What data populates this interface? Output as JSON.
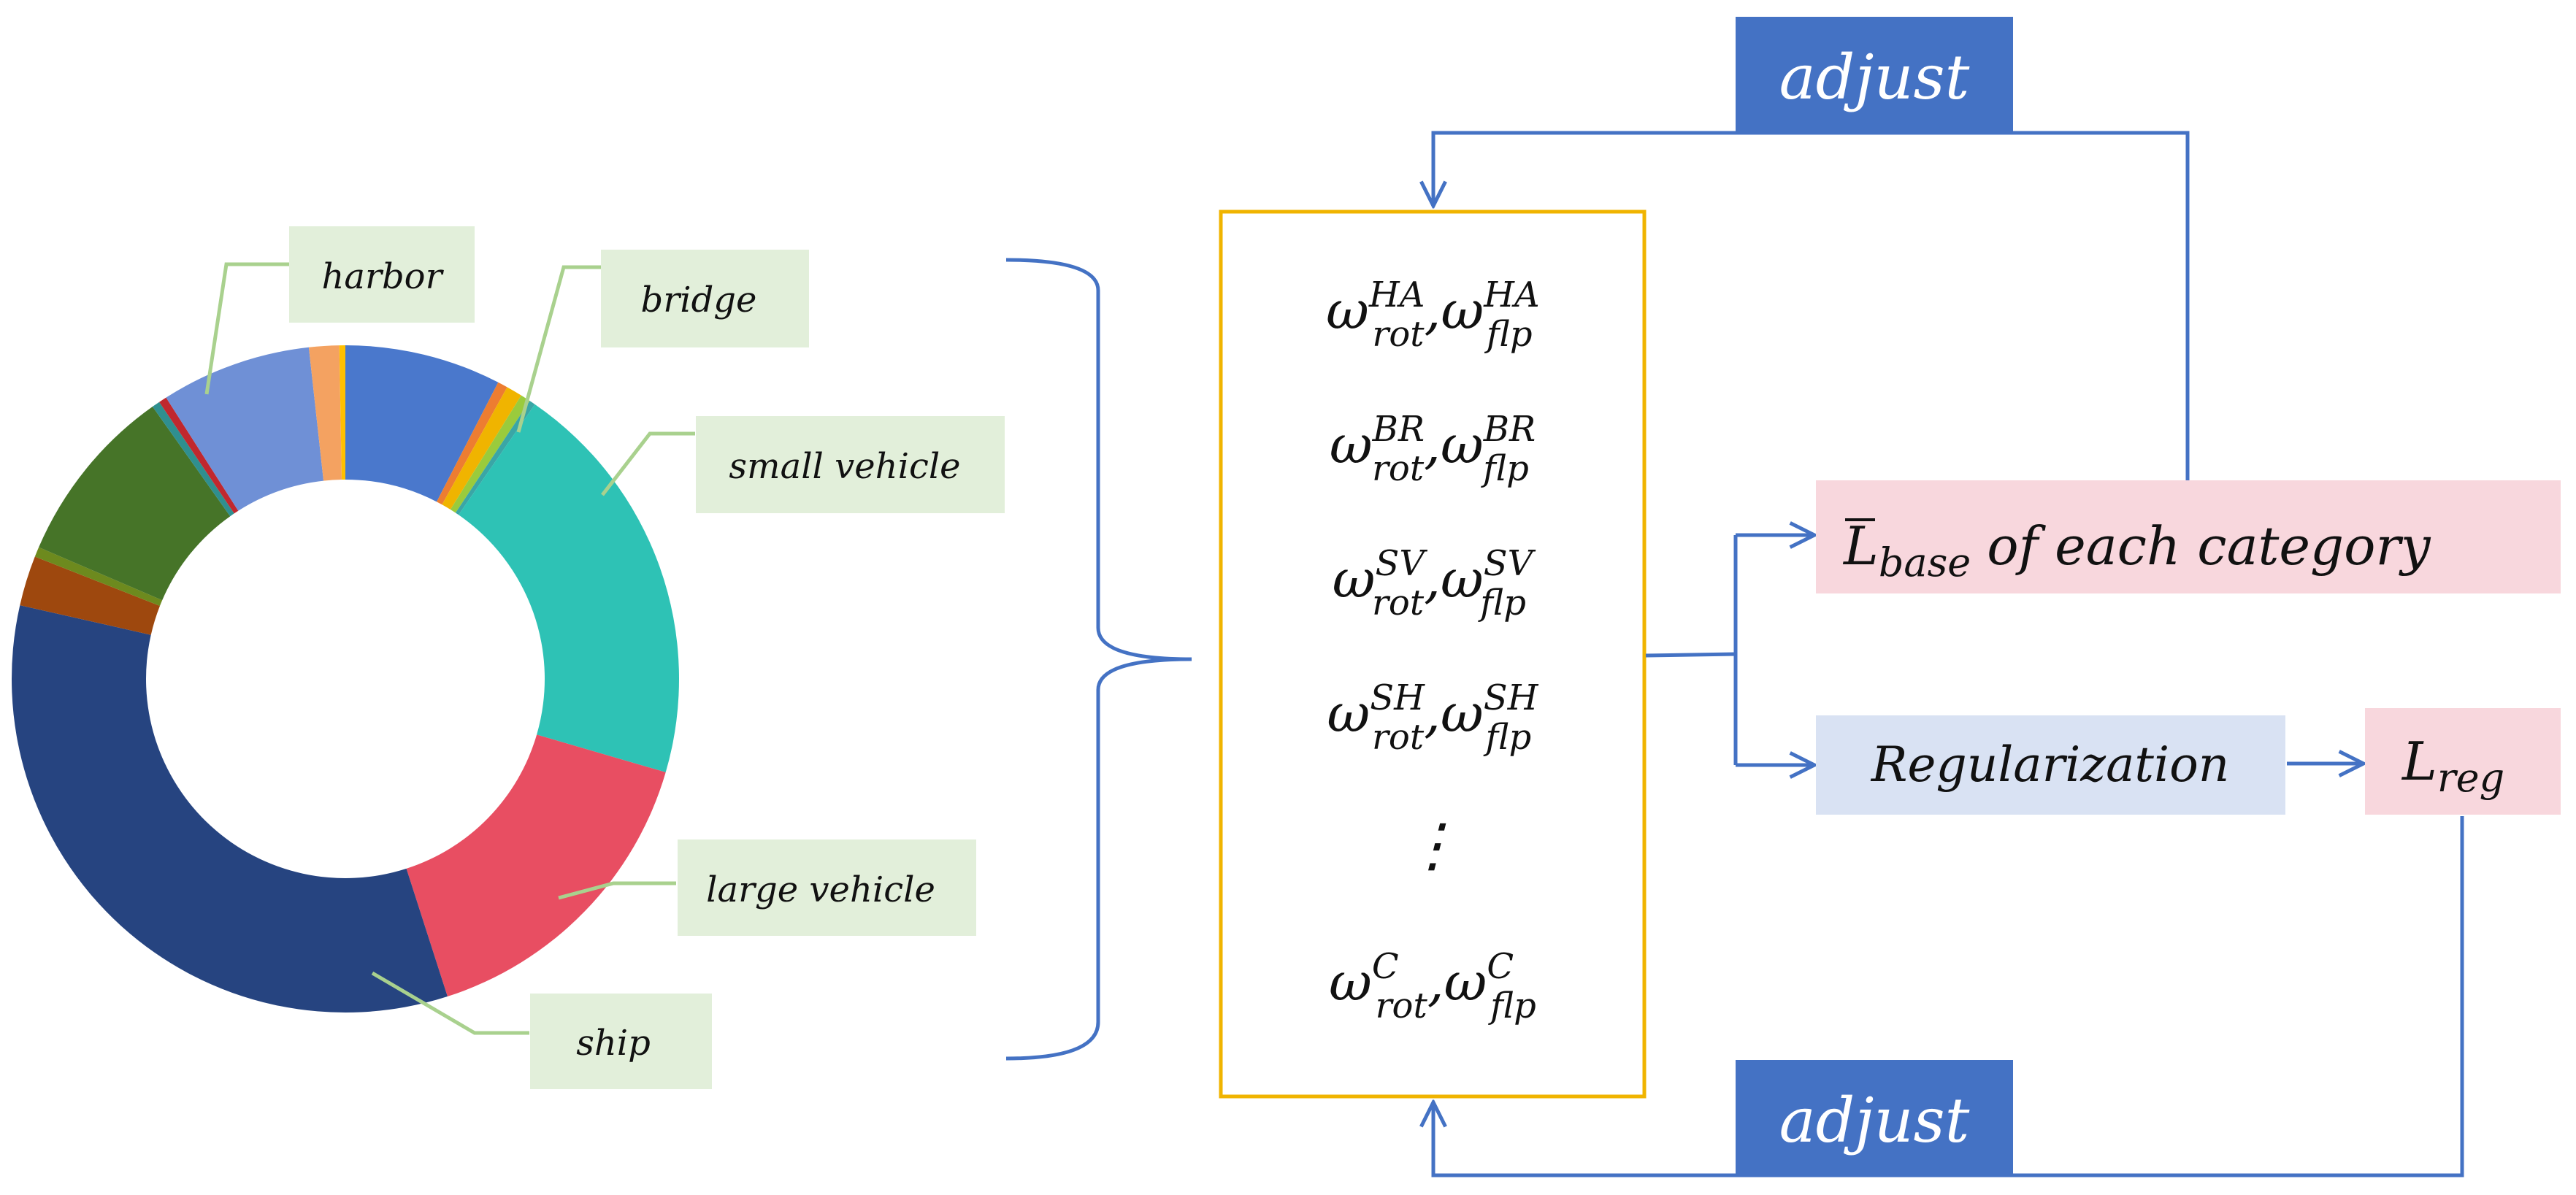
{
  "chart_data": {
    "type": "pie",
    "title": "",
    "labels": [
      "harbor",
      "bridge",
      "small vehicle",
      "large vehicle",
      "ship"
    ],
    "slices": [
      {
        "value": 7.8,
        "color": "#4a78cc"
      },
      {
        "value": 0.5,
        "color": "#ed7d31"
      },
      {
        "value": 0.8,
        "color": "#f0b400"
      },
      {
        "value": 0.5,
        "color": "#9acb3c"
      },
      {
        "value": 0.3,
        "color": "#3aa6a6"
      },
      {
        "value": 20.5,
        "color": "#2ec2b5"
      },
      {
        "value": 16.0,
        "color": "#e84e62"
      },
      {
        "value": 34.5,
        "color": "#264480"
      },
      {
        "value": 2.5,
        "color": "#9e480e"
      },
      {
        "value": 0.5,
        "color": "#6d8a1e"
      },
      {
        "value": 9.0,
        "color": "#467428"
      },
      {
        "value": 0.4,
        "color": "#2f8f8f"
      },
      {
        "value": 0.4,
        "color": "#c0282e"
      },
      {
        "value": 7.5,
        "color": "#6f90d6"
      },
      {
        "value": 1.5,
        "color": "#f4a261"
      },
      {
        "value": 0.3,
        "color": "#ffc000"
      }
    ]
  },
  "diagram": {
    "labels": {
      "harbor": "harbor",
      "bridge": "bridge",
      "small_vehicle": "small vehicle",
      "large_vehicle": "large vehicle",
      "ship": "ship"
    },
    "weights": [
      {
        "sup": "HA"
      },
      {
        "sup": "BR"
      },
      {
        "sup": "SV"
      },
      {
        "sup": "SH"
      },
      {
        "sup": "C"
      }
    ],
    "omega": "ω",
    "sub_rot": "rot",
    "sub_flp": "flp",
    "comma": ",",
    "ellipsis": "⋮",
    "adjust_top": "adjust",
    "adjust_bottom": "adjust",
    "lbase_L": "L",
    "lbase_sub": "base",
    "lbase_rest": "of each category",
    "regularization": "Regularization",
    "lreg_L": "L",
    "lreg_sub": "reg",
    "colors": {
      "line": "#4472c4",
      "weights_border": "#f0b400",
      "label_bg": "#e2efda",
      "pink_bg": "#f8d7dd",
      "lavender_bg": "#d9e2f3",
      "adjust_bg": "#4472c4",
      "leader": "#a9d18e"
    }
  }
}
